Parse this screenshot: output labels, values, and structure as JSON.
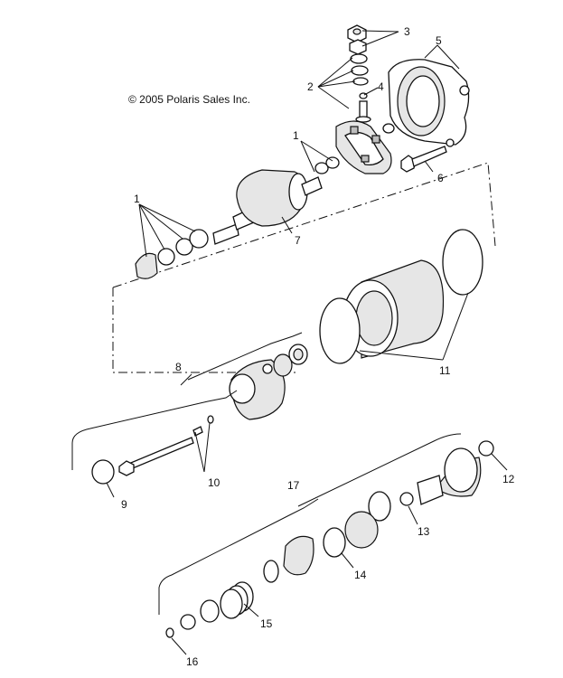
{
  "copyright": "© 2005 Polaris Sales Inc.",
  "callouts": [
    "1",
    "1",
    "2",
    "3",
    "4",
    "5",
    "6",
    "7",
    "8",
    "9",
    "10",
    "11",
    "12",
    "13",
    "14",
    "15",
    "16",
    "17"
  ]
}
